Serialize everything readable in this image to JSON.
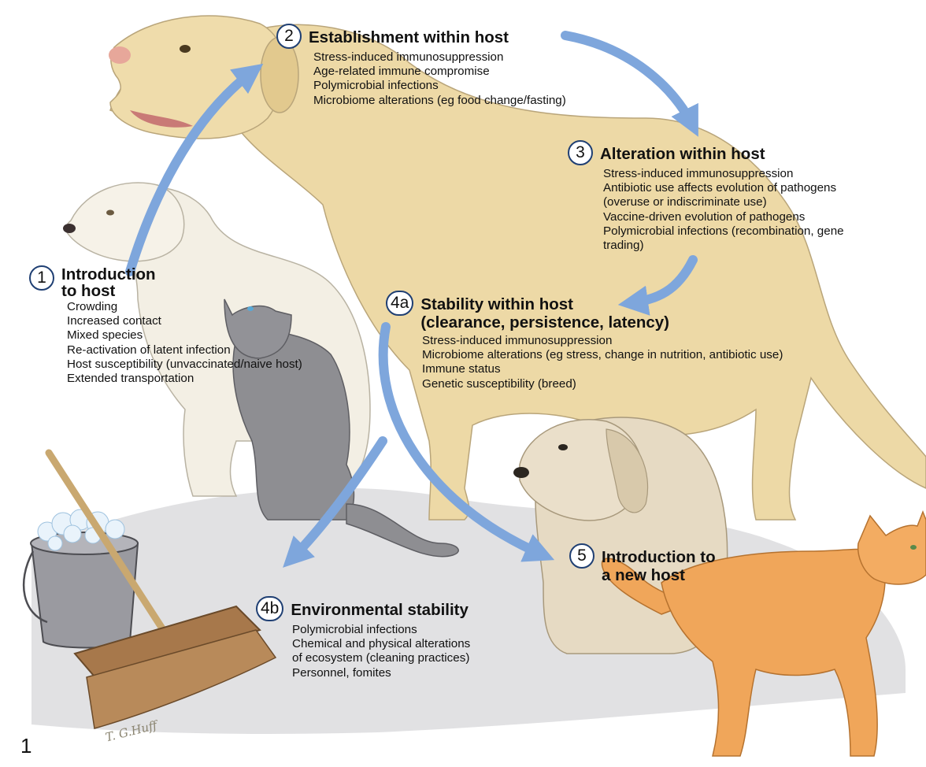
{
  "stages": [
    {
      "id": "stage-1",
      "badge": "1",
      "title": [
        "Introduction",
        "to host"
      ],
      "items": [
        "Crowding",
        "Increased contact",
        "Mixed species",
        "Re-activation of latent infection",
        "Host susceptibility (unvaccinated/naive host)",
        "Extended transportation"
      ]
    },
    {
      "id": "stage-2",
      "badge": "2",
      "title": [
        "Establishment within host"
      ],
      "items": [
        "Stress-induced immunosuppression",
        "Age-related immune compromise",
        "Polymicrobial infections",
        "Microbiome alterations (eg food change/fasting)"
      ]
    },
    {
      "id": "stage-3",
      "badge": "3",
      "title": [
        "Alteration within host"
      ],
      "items": [
        "Stress-induced immunosuppression",
        "Antibiotic use affects evolution of pathogens",
        "(overuse or indiscriminate use)",
        "Vaccine-driven evolution of pathogens",
        "Polymicrobial infections (recombination, gene",
        "trading)"
      ]
    },
    {
      "id": "stage-4a",
      "badge": "4a",
      "title": [
        "Stability within host",
        "(clearance, persistence, latency)"
      ],
      "items": [
        "Stress-induced immunosuppression",
        "Microbiome alterations (eg stress, change in nutrition, antibiotic use)",
        "Immune status",
        "Genetic susceptibility (breed)"
      ]
    },
    {
      "id": "stage-4b",
      "badge": "4b",
      "title": [
        "Environmental stability"
      ],
      "items": [
        "Polymicrobial infections",
        "Chemical and physical alterations",
        "of ecosystem (cleaning practices)",
        "Personnel, fomites"
      ]
    },
    {
      "id": "stage-5",
      "badge": "5",
      "title": [
        "Introduction to",
        "a new host"
      ],
      "items": []
    }
  ],
  "figure_number": "1",
  "signature": "T. G.Huff",
  "colors": {
    "arrow": "#7ea6dc",
    "dog_fur": "#edd9a6",
    "puppy_fur": "#f3efe4",
    "gray_cat": "#8e8e92",
    "orange_cat": "#f0a65a",
    "shaggy_dog": "#e6dac3",
    "shadow": "#dcdcde",
    "badge_border": "#1f3f73"
  }
}
